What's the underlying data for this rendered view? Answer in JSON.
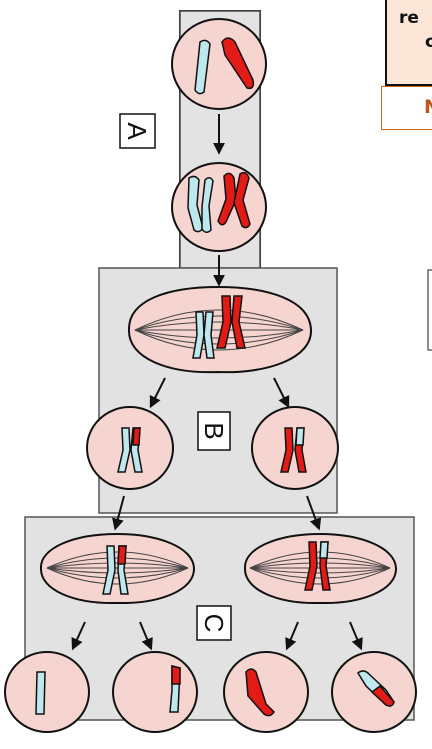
{
  "stage_labels": {
    "a": "A",
    "b": "B",
    "c": "C"
  },
  "right_panel": {
    "line1": "re",
    "line2": "c",
    "note": "N"
  },
  "colors": {
    "cell_fill": "#f6d4d0",
    "cell_stroke": "#111111",
    "box_fill": "#e2e2e2",
    "chromosome_blue": "#bfe8ee",
    "chromosome_red": "#e31b16",
    "spindle": "#444444"
  },
  "icons": {
    "arrow": "down-arrow-icon"
  }
}
